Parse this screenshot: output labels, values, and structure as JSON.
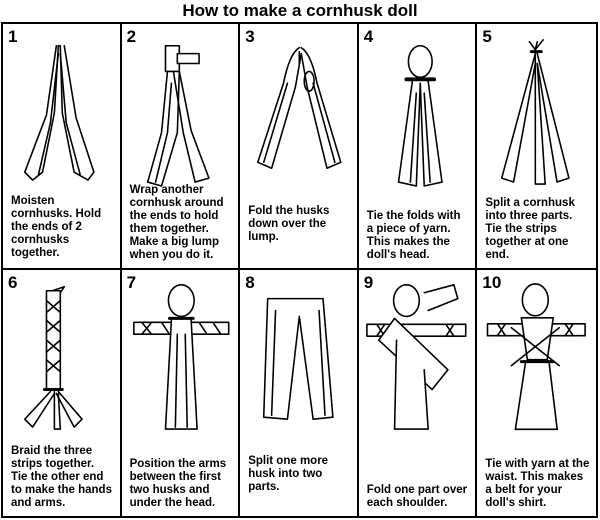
{
  "title": "How to make a cornhusk doll",
  "steps": [
    {
      "number": "1",
      "text": "Moisten cornhusks. Hold the ends of 2 cornhusks together."
    },
    {
      "number": "2",
      "text": "Wrap another cornhusk around the ends to hold them together. Make a big lump when you do it."
    },
    {
      "number": "3",
      "text": "Fold the husks down over the lump."
    },
    {
      "number": "4",
      "text": "Tie the folds with a piece of yarn. This makes the doll's head."
    },
    {
      "number": "5",
      "text": "Split a cornhusk into three parts. Tie the strips together at one end."
    },
    {
      "number": "6",
      "text": "Braid the three strips together. Tie the other end to make the hands and arms."
    },
    {
      "number": "7",
      "text": "Position the arms between the first two husks and under the head."
    },
    {
      "number": "8",
      "text": "Split one more husk into two parts."
    },
    {
      "number": "9",
      "text": "Fold one part over each shoulder."
    },
    {
      "number": "10",
      "text": "Tie with yarn at the waist. This makes a belt for your doll's shirt."
    }
  ]
}
